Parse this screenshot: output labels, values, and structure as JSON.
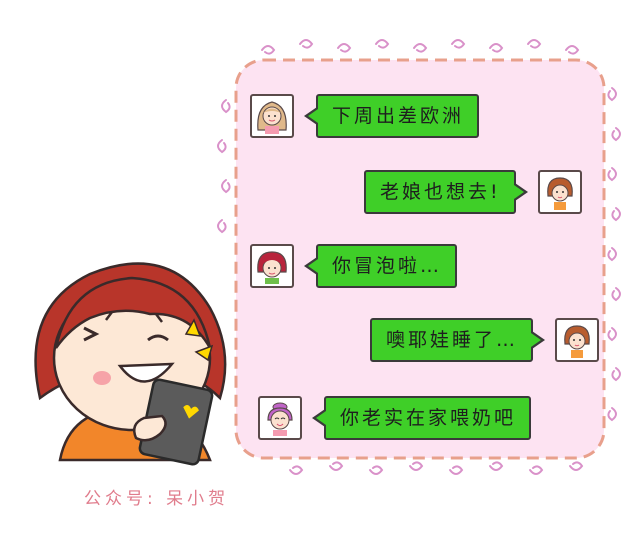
{
  "messages": [
    {
      "side": "left",
      "text": "下周出差欧洲",
      "avatar": "long-hair-girl-avatar"
    },
    {
      "side": "right",
      "text": "老娘也想去!",
      "avatar": "brown-hair-girl-avatar"
    },
    {
      "side": "left",
      "text": "你冒泡啦…",
      "avatar": "red-hair-girl-avatar"
    },
    {
      "side": "right",
      "text": "噢耶娃睡了…",
      "avatar": "brown-hair-girl-avatar"
    },
    {
      "side": "left",
      "text": "你老实在家喂奶吧",
      "avatar": "purple-hair-girl-avatar"
    }
  ],
  "watermark": "公众号: 呆小贺",
  "colors": {
    "bubble": "#3fcf28",
    "panel": "#fde3f2",
    "dashed_border": "#e8a08c",
    "curl": "#d991c9",
    "watermark": "#e07c8c"
  }
}
